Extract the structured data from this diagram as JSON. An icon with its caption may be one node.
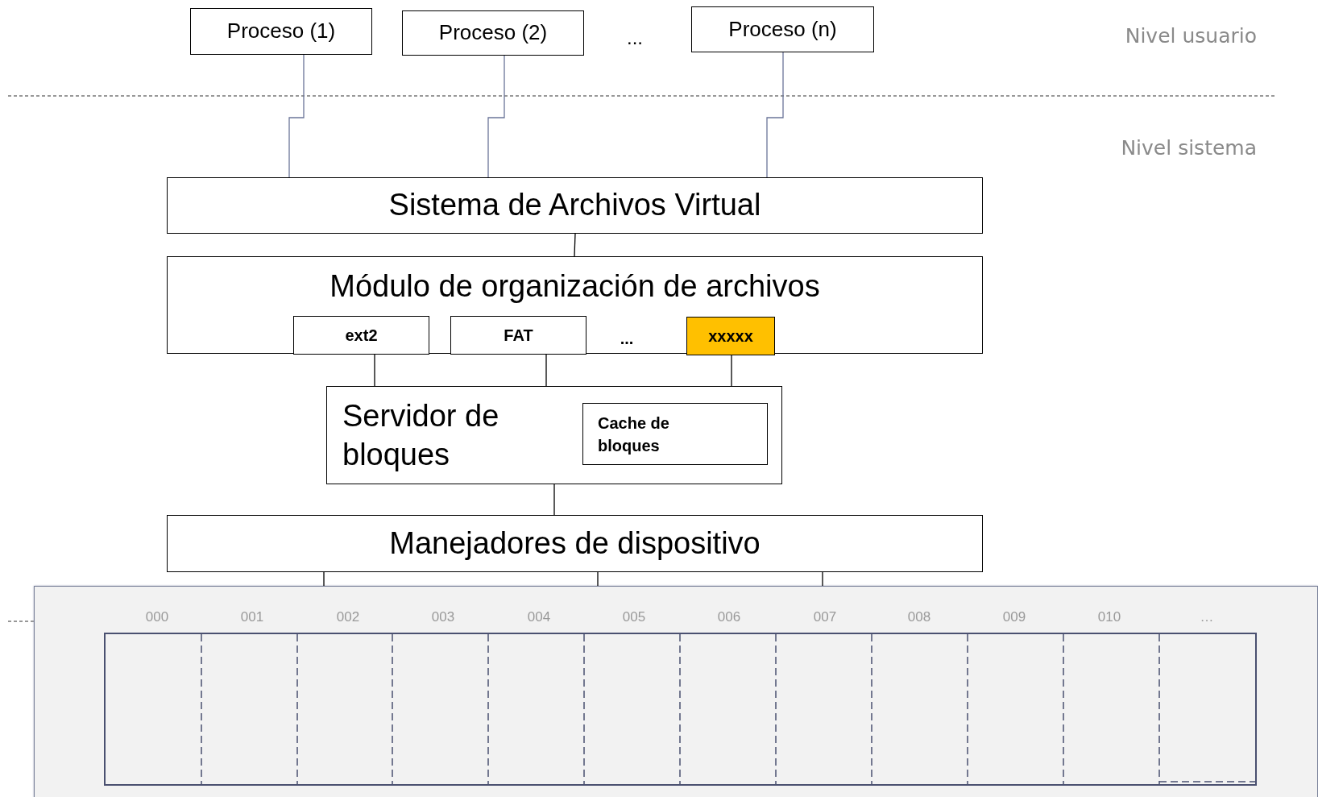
{
  "diagram": {
    "nodes": [
      {
        "text": [
          "Proceso (1)"
        ]
      },
      {
        "text": [
          "Proceso (2)"
        ]
      },
      {
        "text": [
          "Proceso (n)"
        ]
      },
      {
        "text": [
          "Sistema de Archivos Virtual"
        ]
      },
      {
        "text": [
          "Módulo de organización de archivos"
        ]
      },
      {
        "text": [
          "ext2"
        ],
        "in": 4
      },
      {
        "text": [
          "FAT"
        ],
        "in": 4
      },
      {
        "text": [
          "xxxxx"
        ],
        "in": 4
      },
      {
        "text": [
          "Servidor de bloques"
        ]
      },
      {
        "text": [
          "Cache de bloques"
        ],
        "in": 8
      },
      {
        "text": [
          "Manejadores de dispositivo"
        ]
      },
      {
        "text": [],
        "shape": "box"
      }
    ],
    "edges": [
      {
        "from": 0,
        "to": 3,
        "arrow": "none",
        "color": "#6b7599"
      },
      {
        "from": 1,
        "to": 3,
        "arrow": "none",
        "color": "#6b7599"
      },
      {
        "from": 2,
        "to": 3,
        "arrow": "none",
        "color": "#6b7599"
      },
      {
        "from": 3,
        "to": 4,
        "arrow": "none"
      },
      {
        "from": 5,
        "to": 8,
        "arrow": "none"
      },
      {
        "from": 6,
        "to": 8,
        "arrow": "none"
      },
      {
        "from": 7,
        "to": 8,
        "arrow": "none"
      },
      {
        "from": 8,
        "to": 10,
        "arrow": "none"
      },
      {
        "from": 10,
        "to": 11,
        "arrow": "none"
      },
      {
        "from": 10,
        "to": 11,
        "arrow": "none"
      },
      {
        "from": 10,
        "to": 11,
        "arrow": "none"
      }
    ],
    "labels": [
      "...",
      "Nivel usuario",
      "Nivel sistema",
      "...",
      "000",
      "001",
      "002",
      "003",
      "004",
      "005",
      "006",
      "007",
      "008",
      "009",
      "010",
      "…"
    ]
  }
}
